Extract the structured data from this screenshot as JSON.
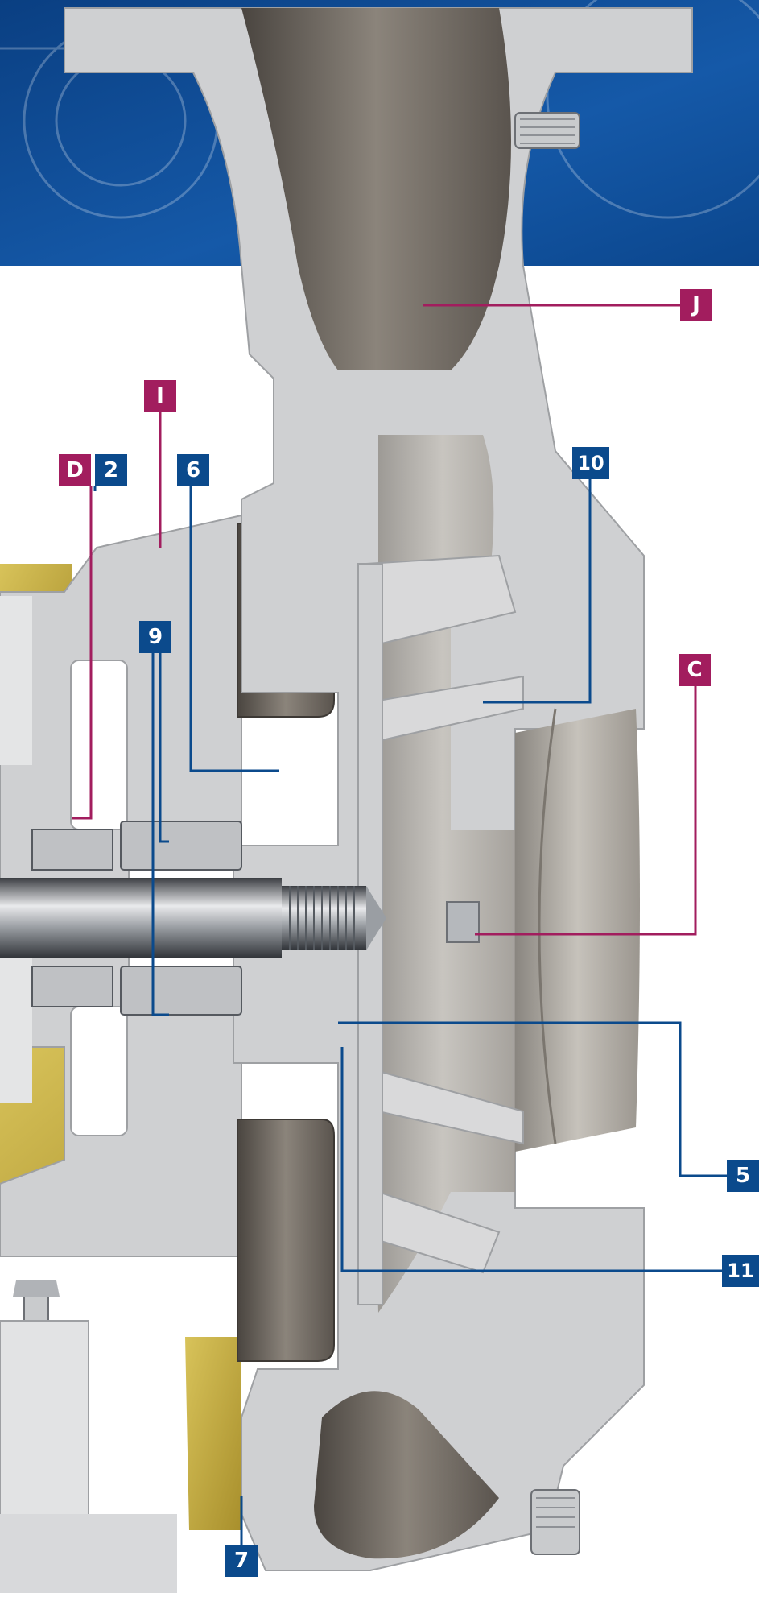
{
  "colors": {
    "header_blue": "#0d4b93",
    "callout_blue": "#0b4a8c",
    "callout_magenta": "#a21d5e",
    "casing_gray": "#cfd0d2",
    "interior_dark": "#6b655f",
    "bracket_yellow": "#c9b24a",
    "shaft_steel": "#8c9095"
  },
  "callouts": [
    {
      "id": "J",
      "label": "J",
      "color": "magenta",
      "part": "discharge-nozzle"
    },
    {
      "id": "I",
      "label": "I",
      "color": "magenta",
      "part": "casing-cover"
    },
    {
      "id": "D",
      "label": "D",
      "color": "magenta",
      "part": "seal-chamber"
    },
    {
      "id": "2",
      "label": "2",
      "color": "blue",
      "part": "seal-chamber"
    },
    {
      "id": "6",
      "label": "6",
      "color": "blue",
      "part": "casing-gasket"
    },
    {
      "id": "10",
      "label": "10",
      "color": "blue",
      "part": "impeller-vane"
    },
    {
      "id": "9",
      "label": "9",
      "color": "blue",
      "part": "mechanical-seal"
    },
    {
      "id": "C",
      "label": "C",
      "color": "magenta",
      "part": "impeller-nut"
    },
    {
      "id": "5",
      "label": "5",
      "color": "blue",
      "part": "impeller-hub"
    },
    {
      "id": "11",
      "label": "11",
      "color": "blue",
      "part": "wear-ring"
    },
    {
      "id": "7",
      "label": "7",
      "color": "blue",
      "part": "casing-foot"
    }
  ]
}
